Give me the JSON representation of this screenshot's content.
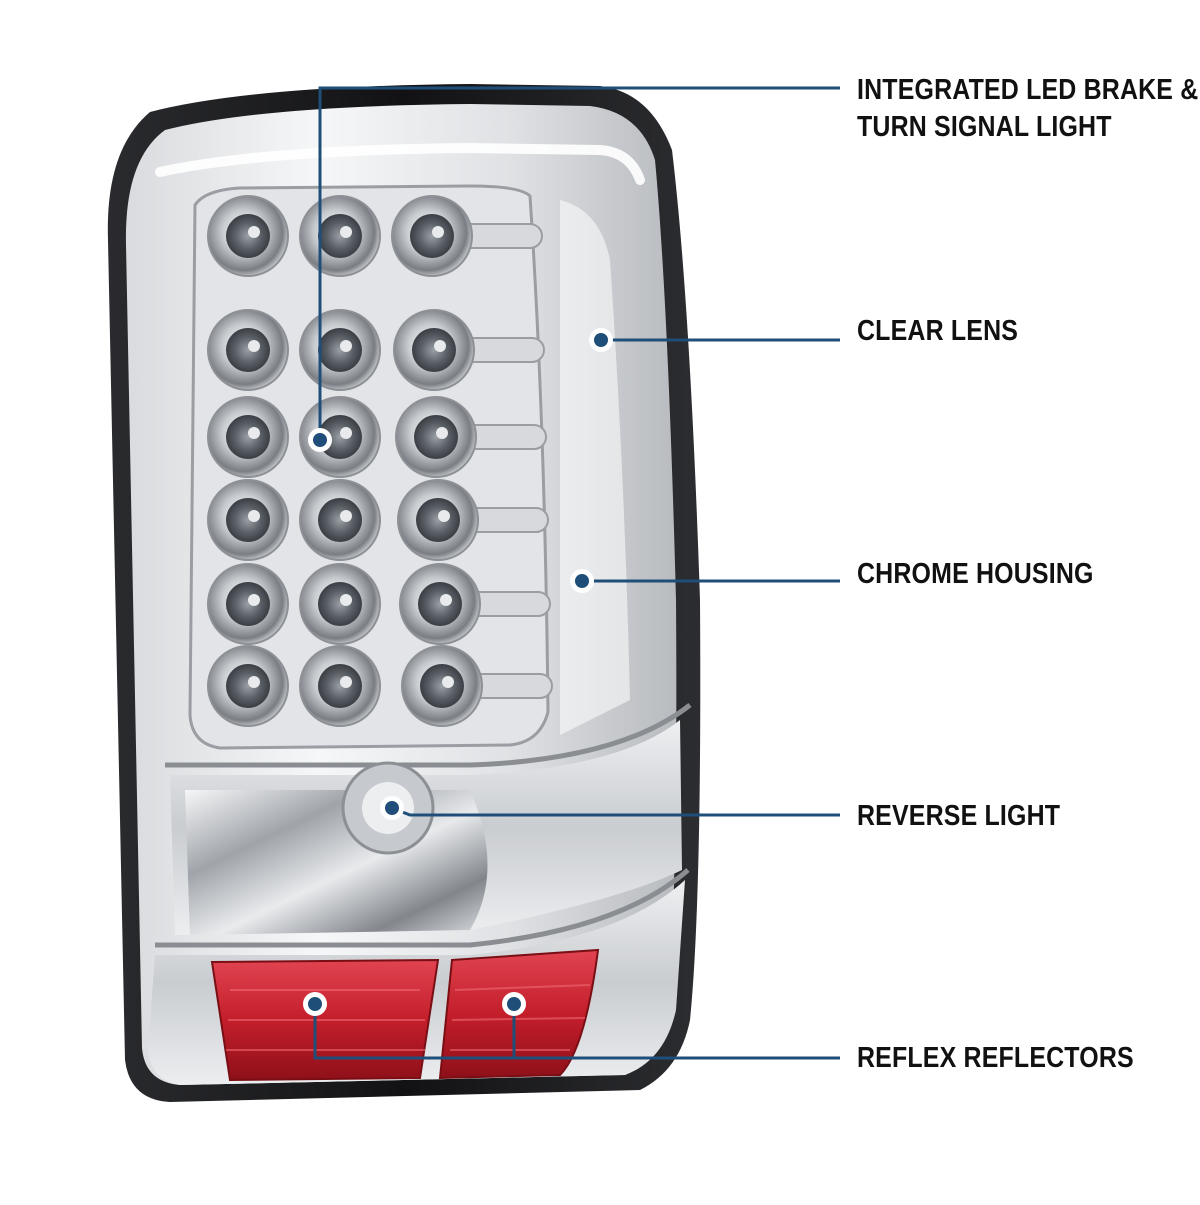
{
  "colors": {
    "leader_line": "#1f4e79",
    "dot_fill": "#1f4e79",
    "dot_ring": "#ffffff",
    "label_text": "#111111",
    "chrome_light": "#f1f2f3",
    "chrome_mid": "#b9bcc0",
    "chrome_dark": "#6d7075",
    "housing_black": "#1b1b1d",
    "reflector_red": "#c4202c"
  },
  "callouts": [
    {
      "id": "integrated-led",
      "lines": [
        "INTEGRATED LED BRAKE &",
        "TURN SIGNAL LIGHT"
      ]
    },
    {
      "id": "clear-lens",
      "lines": [
        "CLEAR LENS"
      ]
    },
    {
      "id": "chrome-housing",
      "lines": [
        "CHROME HOUSING"
      ]
    },
    {
      "id": "reverse-light",
      "lines": [
        "REVERSE LIGHT"
      ]
    },
    {
      "id": "reflex-reflectors",
      "lines": [
        "REFLEX REFLECTORS"
      ]
    }
  ]
}
